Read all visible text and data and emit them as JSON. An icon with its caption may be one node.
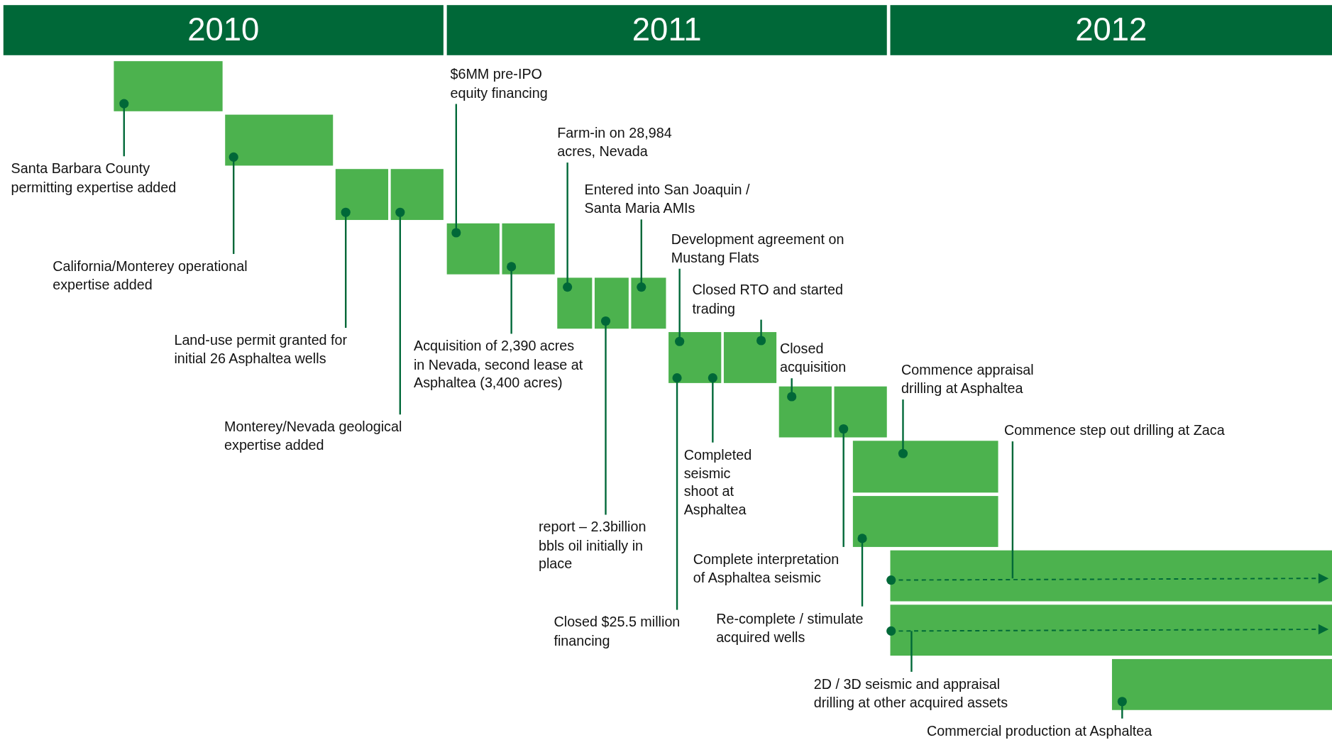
{
  "diagram": {
    "nodes": [
      {
        "text": [
          "2010"
        ]
      },
      {
        "text": [
          "2011"
        ]
      },
      {
        "text": [
          "2012"
        ]
      },
      {
        "text": [],
        "shape": "bar"
      },
      {
        "text": [],
        "shape": "bar"
      },
      {
        "text": [],
        "shape": "bar"
      },
      {
        "text": [],
        "shape": "bar"
      },
      {
        "text": [],
        "shape": "bar"
      },
      {
        "text": [],
        "shape": "bar"
      },
      {
        "text": [],
        "shape": "bar"
      },
      {
        "text": [],
        "shape": "bar"
      },
      {
        "text": [],
        "shape": "bar"
      },
      {
        "text": [],
        "shape": "bar"
      },
      {
        "text": [],
        "shape": "bar"
      },
      {
        "text": [],
        "shape": "bar"
      },
      {
        "text": [],
        "shape": "bar"
      },
      {
        "text": [],
        "shape": "bar"
      },
      {
        "text": [],
        "shape": "bar"
      },
      {
        "text": [],
        "shape": "bar"
      },
      {
        "text": [],
        "shape": "bar"
      },
      {
        "text": [],
        "shape": "bar"
      },
      {
        "text": [
          "Santa Barbara County permitting expertise added"
        ]
      },
      {
        "text": [
          "California/Monterey operational expertise added"
        ]
      },
      {
        "text": [
          "Land-use permit granted for initial 26 Asphaltea wells"
        ]
      },
      {
        "text": [
          "Monterey/Nevada geological expertise added"
        ]
      },
      {
        "text": [
          "$6MM pre-IPO equity financing"
        ]
      },
      {
        "text": [
          "Acquisition of 2,390 acres in Nevada, second lease at Asphaltea (3,400 acres)"
        ]
      },
      {
        "text": [
          "Farm-in on 28,984 acres, Nevada"
        ]
      },
      {
        "text": [
          "Entered into San Joaquin / Santa Maria AMIs"
        ]
      },
      {
        "text": [
          "report – 2.3billion bbls oil initially in place"
        ]
      },
      {
        "text": [
          "Development agreement on Mustang Flats"
        ]
      },
      {
        "text": [
          "Closed RTO and started trading"
        ]
      },
      {
        "text": [
          "Closed $25.5 million financing"
        ]
      },
      {
        "text": [
          "Completed seismic shoot at Asphaltea"
        ]
      },
      {
        "text": [
          "Closed acquisition"
        ]
      },
      {
        "text": [
          "Commence appraisal drilling at Asphaltea"
        ]
      },
      {
        "text": [
          "Commence step out drilling at Zaca"
        ]
      },
      {
        "text": [
          "Complete interpretation of Asphaltea seismic"
        ]
      },
      {
        "text": [
          "Re-complete / stimulate acquired wells"
        ]
      },
      {
        "text": [
          "2D / 3D seismic and appraisal drilling at other acquired assets"
        ]
      },
      {
        "text": [
          "Commercial production at Asphaltea"
        ]
      }
    ],
    "edges": [
      {
        "from": 21,
        "to": 3,
        "arrow": "other"
      },
      {
        "from": 22,
        "to": 4,
        "arrow": "other"
      },
      {
        "from": 23,
        "to": 5,
        "arrow": "other"
      },
      {
        "from": 24,
        "to": 6,
        "arrow": "other"
      },
      {
        "from": 25,
        "to": 7,
        "arrow": "other"
      },
      {
        "from": 26,
        "to": 8,
        "arrow": "other"
      },
      {
        "from": 27,
        "to": 9,
        "arrow": "other"
      },
      {
        "from": 28,
        "to": 11,
        "arrow": "other"
      },
      {
        "from": 29,
        "to": 10,
        "arrow": "other"
      },
      {
        "from": 30,
        "to": 12,
        "arrow": "other"
      },
      {
        "from": 31,
        "to": 13,
        "arrow": "other"
      },
      {
        "from": 32,
        "to": 12,
        "arrow": "other"
      },
      {
        "from": 33,
        "to": 12,
        "arrow": "other"
      },
      {
        "from": 34,
        "to": 14,
        "arrow": "other"
      },
      {
        "from": 35,
        "to": 16,
        "arrow": "other"
      },
      {
        "from": 36,
        "to": 18,
        "arrow": "none"
      },
      {
        "from": 37,
        "to": 15,
        "arrow": "other"
      },
      {
        "from": 38,
        "to": 17,
        "arrow": "other"
      },
      {
        "from": 39,
        "to": 19,
        "arrow": "none"
      },
      {
        "from": 40,
        "to": 20,
        "arrow": "other"
      }
    ]
  }
}
